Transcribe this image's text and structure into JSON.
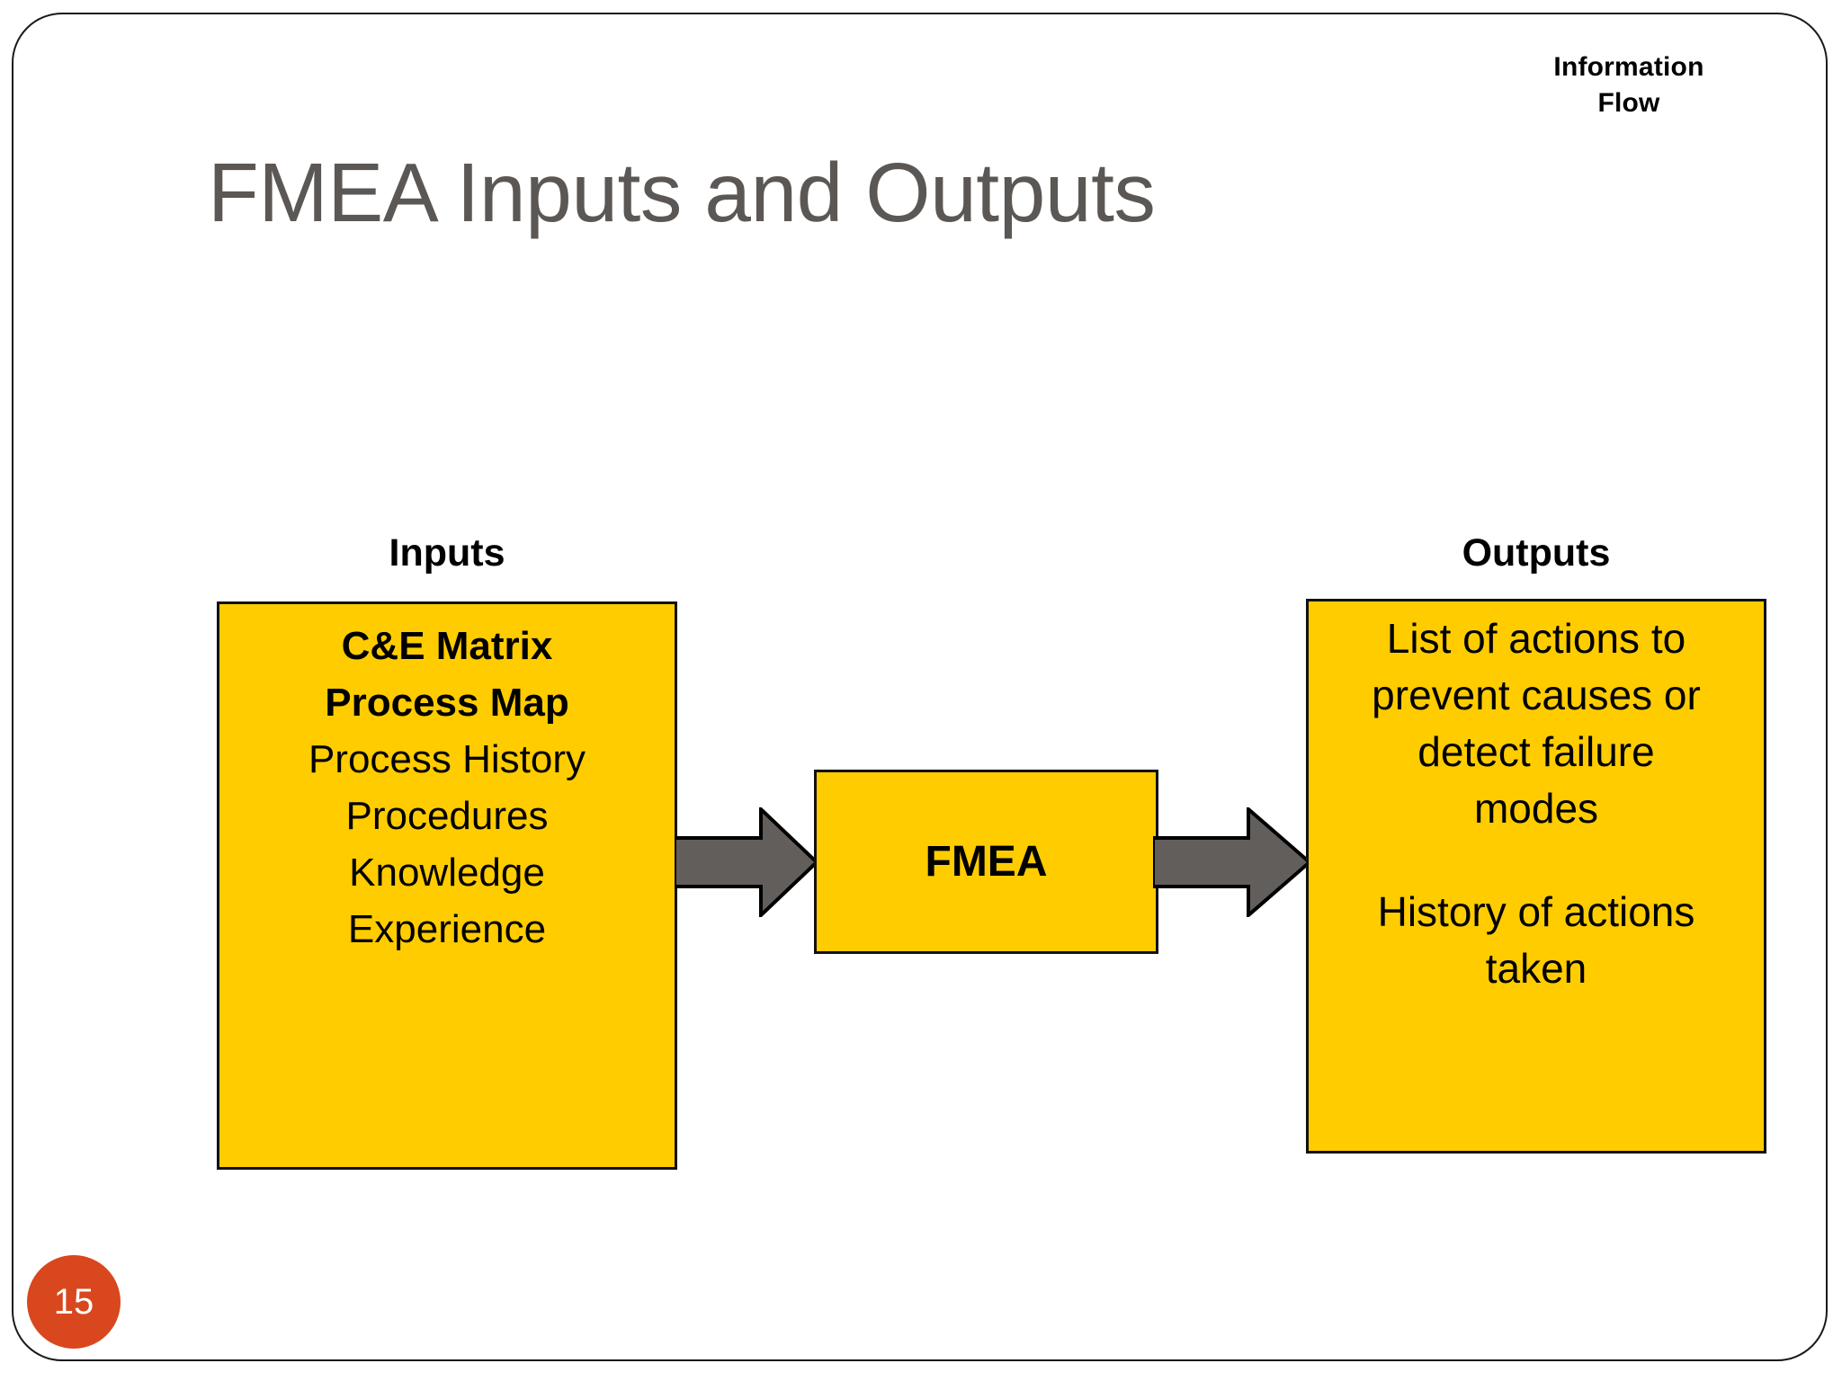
{
  "header": {
    "running_head_line1": "Information",
    "running_head_line2": "Flow",
    "title": "FMEA Inputs and Outputs"
  },
  "diagram": {
    "inputs": {
      "heading": "Inputs",
      "lines": [
        {
          "text": "C&E Matrix",
          "bold": true
        },
        {
          "text": "Process Map",
          "bold": true
        },
        {
          "text": "Process History",
          "bold": false
        },
        {
          "text": "Procedures",
          "bold": false
        },
        {
          "text": "Knowledge",
          "bold": false
        },
        {
          "text": "Experience",
          "bold": false
        }
      ]
    },
    "process": {
      "label": "FMEA"
    },
    "outputs": {
      "heading": "Outputs",
      "lines": [
        "List of actions to",
        "prevent causes or",
        "detect failure",
        "modes",
        "",
        "History of actions",
        "taken"
      ]
    },
    "arrows": [
      {
        "name": "inputs-to-fmea",
        "direction": "right"
      },
      {
        "name": "fmea-to-outputs",
        "direction": "right"
      }
    ]
  },
  "footer": {
    "page_number": "15"
  },
  "colors": {
    "box_fill": "#ffcc00",
    "box_border": "#111111",
    "arrow_fill": "#625e5c",
    "arrow_border": "#000000",
    "title_text": "#5b5755",
    "badge_fill": "#d9471e",
    "badge_text": "#ffffff",
    "frame_border": "#1a1a1a",
    "background": "#ffffff"
  }
}
